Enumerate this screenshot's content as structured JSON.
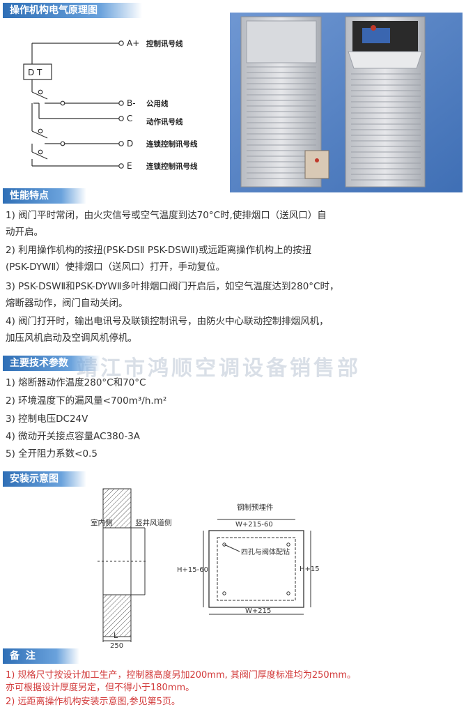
{
  "sections": {
    "circuit": "操作机构电气原理图",
    "features": "性能特点",
    "specs": "主要技术参数",
    "install": "安装示意图",
    "notes": "备  注"
  },
  "circuit": {
    "relay": "D T",
    "a_terminal": "A+",
    "a_label": "控制讯号线",
    "b_terminal": "B-",
    "b_label": "公用线",
    "c_terminal": "C",
    "c_label": "动作讯号线",
    "d_terminal": "D",
    "d_label": "连锁控制讯号线",
    "e_terminal": "E",
    "e_label": "连锁控制讯号线"
  },
  "features": [
    "1) 阀门平时常闭，由火灾信号或空气温度到达70°C时,使排烟口（送风口）自",
    "   动开启。",
    "2) 利用操作机构的按扭(PSK-DSⅡ PSK-DSWⅡ)或远距离操作机构上的按扭",
    "   (PSK-DYWⅡ）使排烟口（送风口）打开，手动复位。",
    "3) PSK-DSWⅡ和PSK-DYWⅡ多叶排烟口阀门开启后，如空气温度达到280°C时，",
    "   熔断器动作，阀门自动关闭。",
    "4) 阀门打开时，输出电讯号及联锁控制讯号，由防火中心联动控制排烟风机，",
    "   加压风机启动及空调风机停机。"
  ],
  "watermark": "靖江市鸿顺空调设备销售部",
  "specs": [
    "1) 熔断器动作温度280°C和70°C",
    "2) 环境温度下的漏风量<700m³/h.m²",
    "3) 控制电压DC24V",
    "4) 微动开关接点容量AC380-3A",
    "5) 全开阻力系数<0.5"
  ],
  "install": {
    "indoor": "室内侧",
    "shaft": "竖井风道侧",
    "dim_L": "L",
    "dim_250": "250",
    "embed": "钢制预埋件",
    "w_top": "W+215-60",
    "holes": "四孔与阀体配钻",
    "h_left": "H+15-60",
    "h_right": "H+15",
    "w_bottom": "W+215"
  },
  "notes": [
    "1) 规格尺寸按设计加工生产，控制器高度另加200mm, 其阀门厚度标准均为250mm。",
    "   亦可根据设计厚度另定，但不得小于180mm。",
    "2) 远距离操作机构安装示意图,参见第5页。"
  ],
  "colors": {
    "tag_blue": "#2f6fb6",
    "note_red": "#d23a3a",
    "photo_bg": "#5b87c9"
  }
}
